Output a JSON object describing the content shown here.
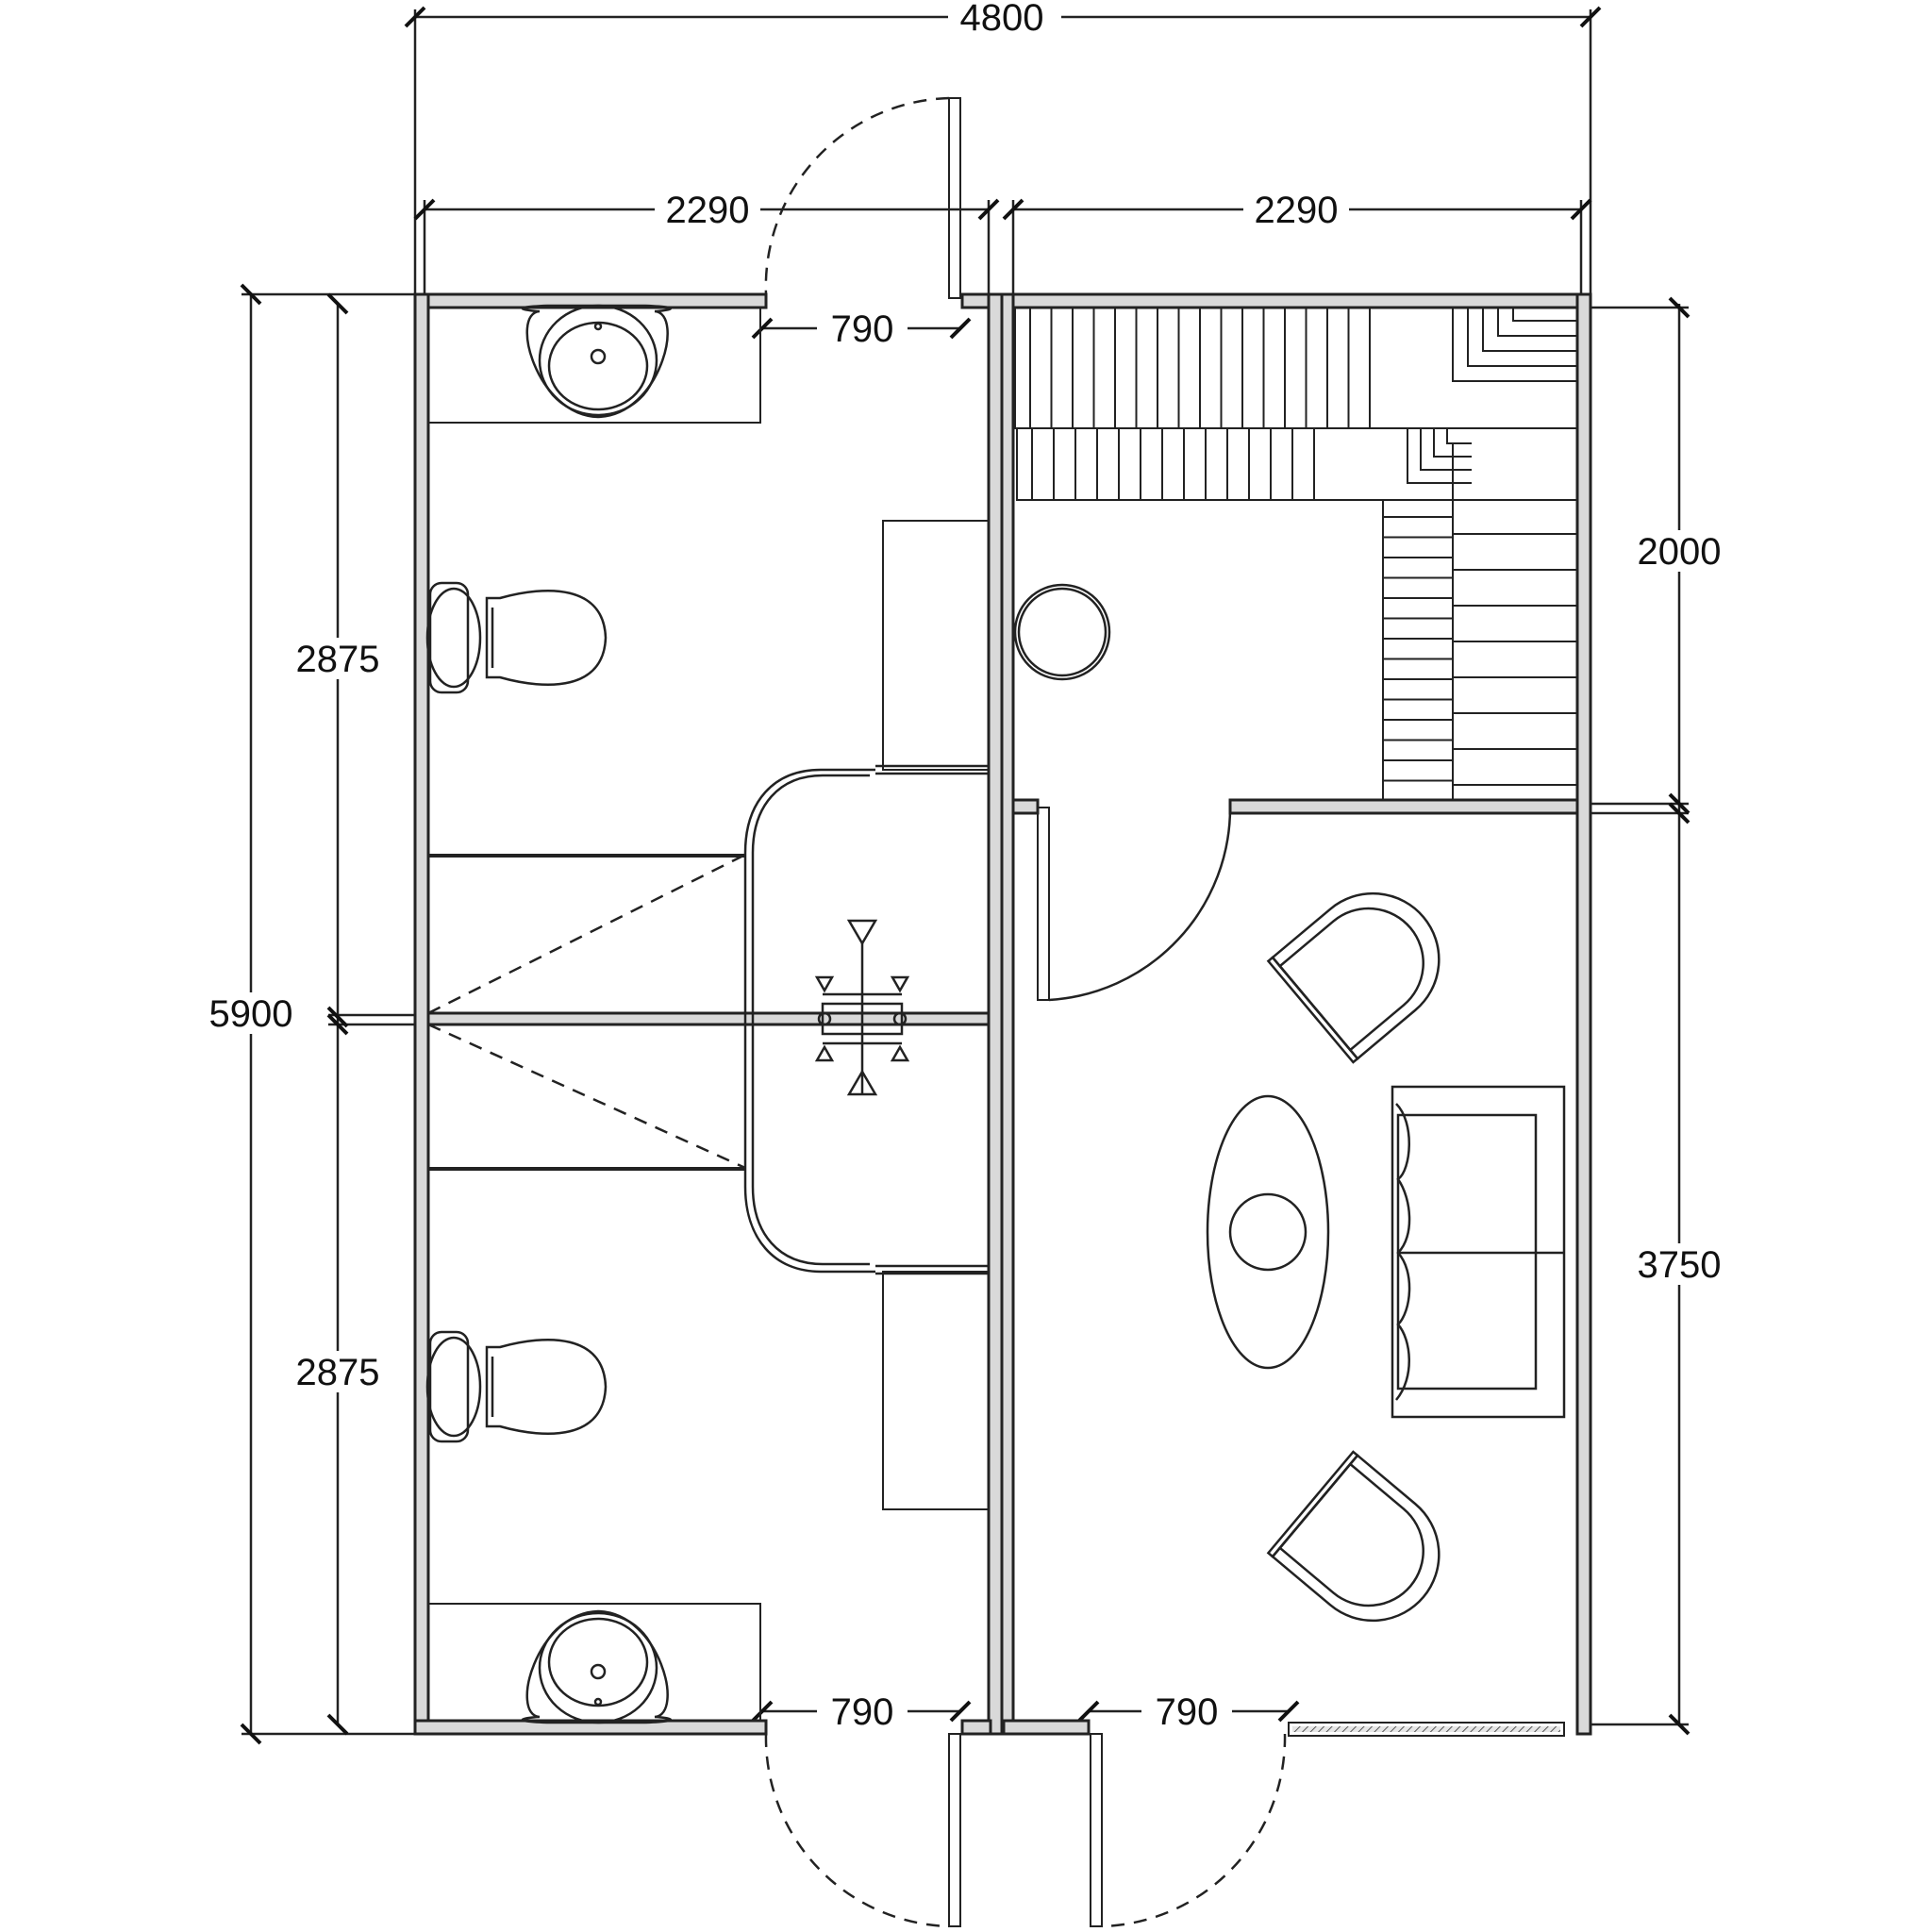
{
  "dimensions": {
    "overall_width": "4800",
    "left_room_width": "2290",
    "right_room_width": "2290",
    "overall_height": "5900",
    "left_upper_height": "2875",
    "left_lower_height": "2875",
    "right_upper_height": "2000",
    "right_lower_height": "3750",
    "door_top_left": "790",
    "door_bottom_left": "790",
    "door_bottom_right": "790"
  },
  "rooms": [
    {
      "name": "washroom-upper",
      "fixtures": [
        "washbasin",
        "toilet"
      ]
    },
    {
      "name": "washroom-lower",
      "fixtures": [
        "washbasin",
        "toilet"
      ]
    },
    {
      "name": "shower",
      "fixtures": [
        "shower-head"
      ]
    },
    {
      "name": "staircase",
      "fixtures": [
        "stairs",
        "round-table"
      ]
    },
    {
      "name": "lounge",
      "fixtures": [
        "armchair",
        "armchair",
        "sofa",
        "oval-table"
      ]
    }
  ],
  "colors": {
    "line": "#222222",
    "wall_fill": "#d9d9d9",
    "background": "#ffffff"
  }
}
